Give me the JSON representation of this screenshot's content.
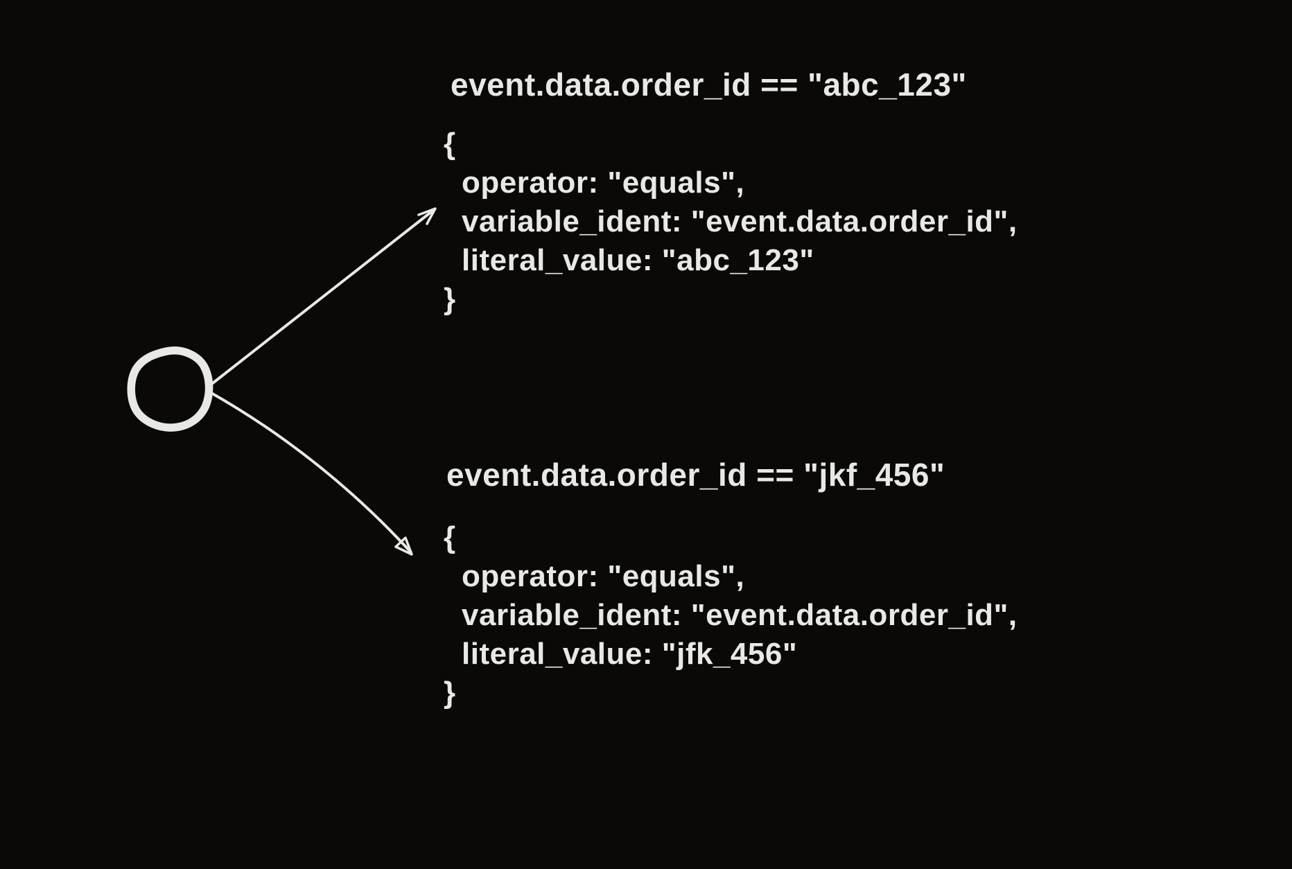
{
  "canvas": {
    "background": "#0a0908",
    "ink": "#e8e8e6"
  },
  "node": {
    "icon": "circle-node"
  },
  "branches": [
    {
      "condition": "event.data.order_id == \"abc_123\"",
      "code": [
        "{",
        "operator: \"equals\",",
        "variable_ident: \"event.data.order_id\",",
        "literal_value: \"abc_123\"",
        "}"
      ]
    },
    {
      "condition": "event.data.order_id == \"jkf_456\"",
      "code": [
        "{",
        "operator: \"equals\",",
        "variable_ident: \"event.data.order_id\",",
        "literal_value: \"jfk_456\"",
        "}"
      ]
    }
  ]
}
